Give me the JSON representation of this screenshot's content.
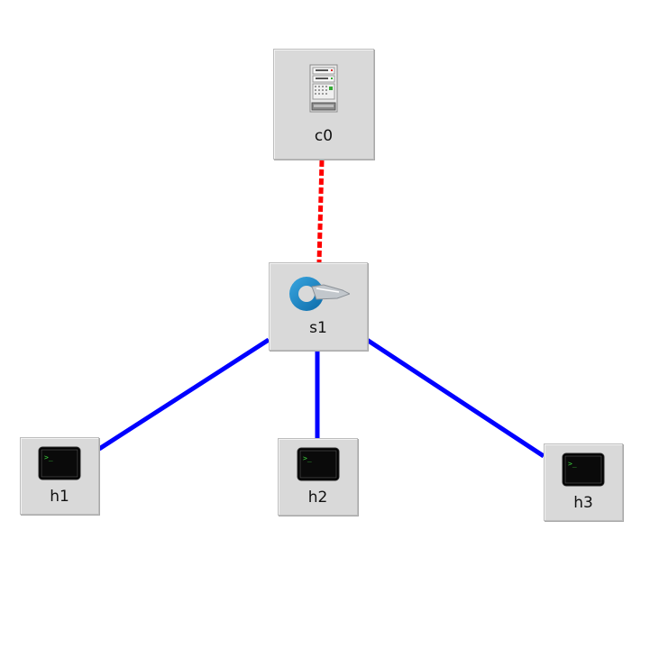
{
  "topology": {
    "controller": {
      "label": "c0",
      "icon": "controller-server-icon"
    },
    "switch": {
      "label": "s1",
      "icon": "openflow-switch-icon"
    },
    "hosts": [
      {
        "label": "h1",
        "icon": "terminal-icon"
      },
      {
        "label": "h2",
        "icon": "terminal-icon"
      },
      {
        "label": "h3",
        "icon": "terminal-icon"
      }
    ],
    "links": [
      {
        "from": "c0",
        "to": "s1",
        "type": "control",
        "color": "#ff0000",
        "style": "dashed"
      },
      {
        "from": "s1",
        "to": "h1",
        "type": "data",
        "color": "#0000ff",
        "style": "solid"
      },
      {
        "from": "s1",
        "to": "h2",
        "type": "data",
        "color": "#0000ff",
        "style": "solid"
      },
      {
        "from": "s1",
        "to": "h3",
        "type": "data",
        "color": "#0000ff",
        "style": "solid"
      }
    ]
  },
  "colors": {
    "node_background": "#d9d9d9",
    "control_link": "#ff0000",
    "data_link": "#0000ff"
  }
}
